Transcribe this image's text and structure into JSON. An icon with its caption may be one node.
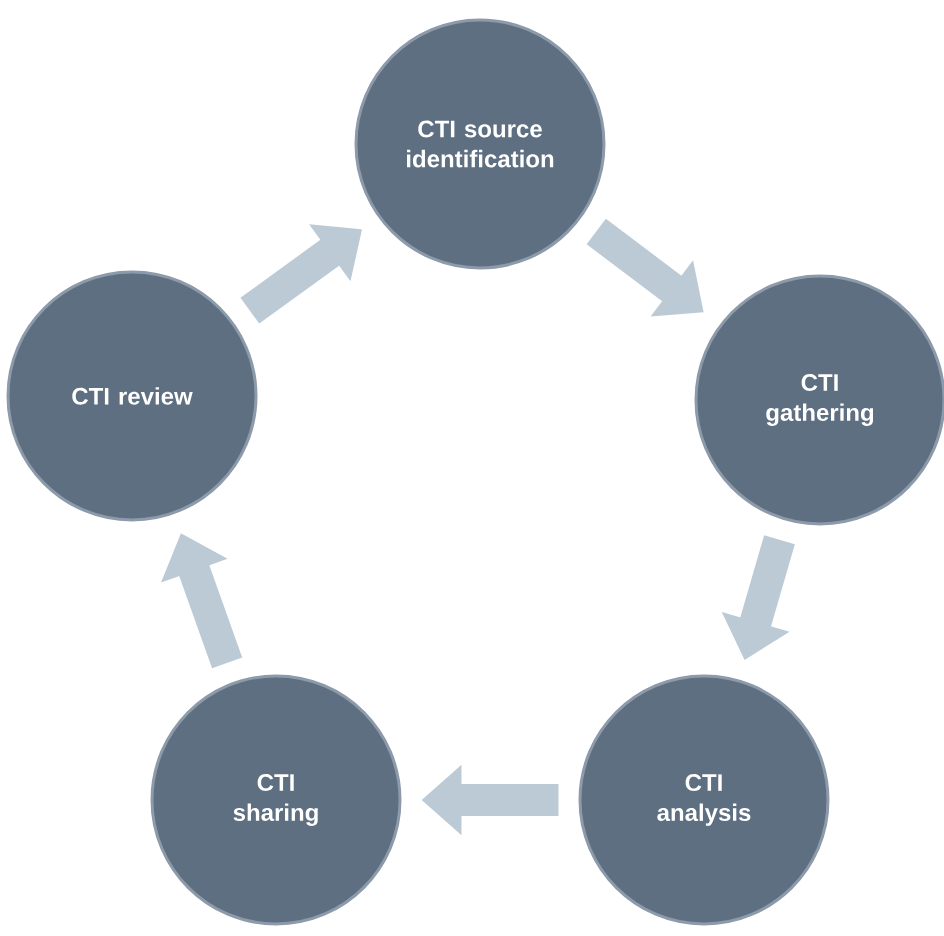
{
  "diagram": {
    "nodes": [
      {
        "text": [
          "CTI source identification"
        ]
      },
      {
        "text": [
          "CTI gathering"
        ]
      },
      {
        "text": [
          "CTI analysis"
        ]
      },
      {
        "text": [
          "CTI sharing"
        ]
      },
      {
        "text": [
          "CTI review"
        ]
      }
    ],
    "edges": [
      {
        "from": 0,
        "to": 1,
        "arrow": "to"
      },
      {
        "from": 1,
        "to": 2,
        "arrow": "to"
      },
      {
        "from": 2,
        "to": 3,
        "arrow": "to"
      },
      {
        "from": 3,
        "to": 4,
        "arrow": "to"
      },
      {
        "from": 4,
        "to": 0,
        "arrow": "to"
      }
    ]
  }
}
